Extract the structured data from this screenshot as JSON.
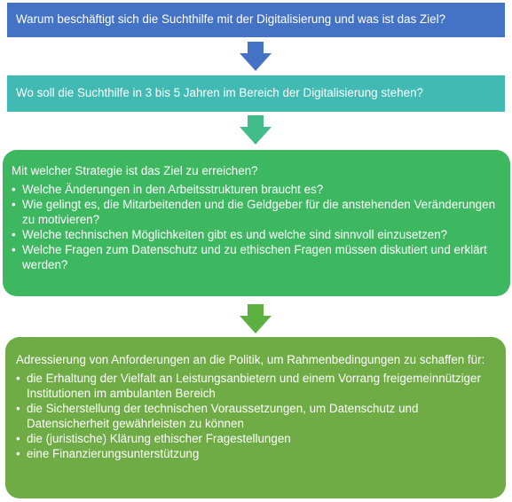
{
  "colors": {
    "box1": "#4472c4",
    "box2": "#41bab4",
    "box3": "#3db860",
    "box4": "#6fac45",
    "arrow1": "#4472c4",
    "arrow2": "#41bc8a",
    "arrow3": "#5cb040"
  },
  "icons": [
    "arrow-down-icon",
    "bullet-icon"
  ],
  "box1": {
    "text": "Warum  beschäftigt sich die Suchthilfe mit der Digitalisierung und was ist das Ziel?"
  },
  "box2": {
    "text": "Wo soll die Suchthilfe in 3 bis 5 Jahren im Bereich der Digitalisierung stehen?"
  },
  "box3": {
    "title": "Mit welcher Strategie ist das Ziel zu erreichen?",
    "bullets": [
      "Welche Änderungen  in den Arbeitsstrukturen  braucht es?",
      "Wie gelingt es, die Mitarbeitenden  und die Geldgeber für die anstehenden Veränderungen  zu motivieren?",
      "Welche technischen Möglichkeiten gibt es und welche sind sinnvoll einzusetzen?",
      "Welche Fragen zum Datenschutz und zu ethischen Fragen müssen diskutiert und erklärt werden?"
    ]
  },
  "box4": {
    "title": "Adressierung von Anforderungen  an die Politik, um Rahmenbedingungen  zu schaffen für:",
    "bullets": [
      "die Erhaltung der Vielfalt an Leistungsanbietern und einem Vorrang freigemeinnütziger Institutionen im ambulanten Bereich",
      "die Sicherstellung der technischen Voraussetzungen, um Datenschutz und Datensicherheit gewährleisten zu können",
      "die (juristische) Klärung ethischer Fragestellungen",
      " eine Finanzierungsunterstützung"
    ]
  }
}
